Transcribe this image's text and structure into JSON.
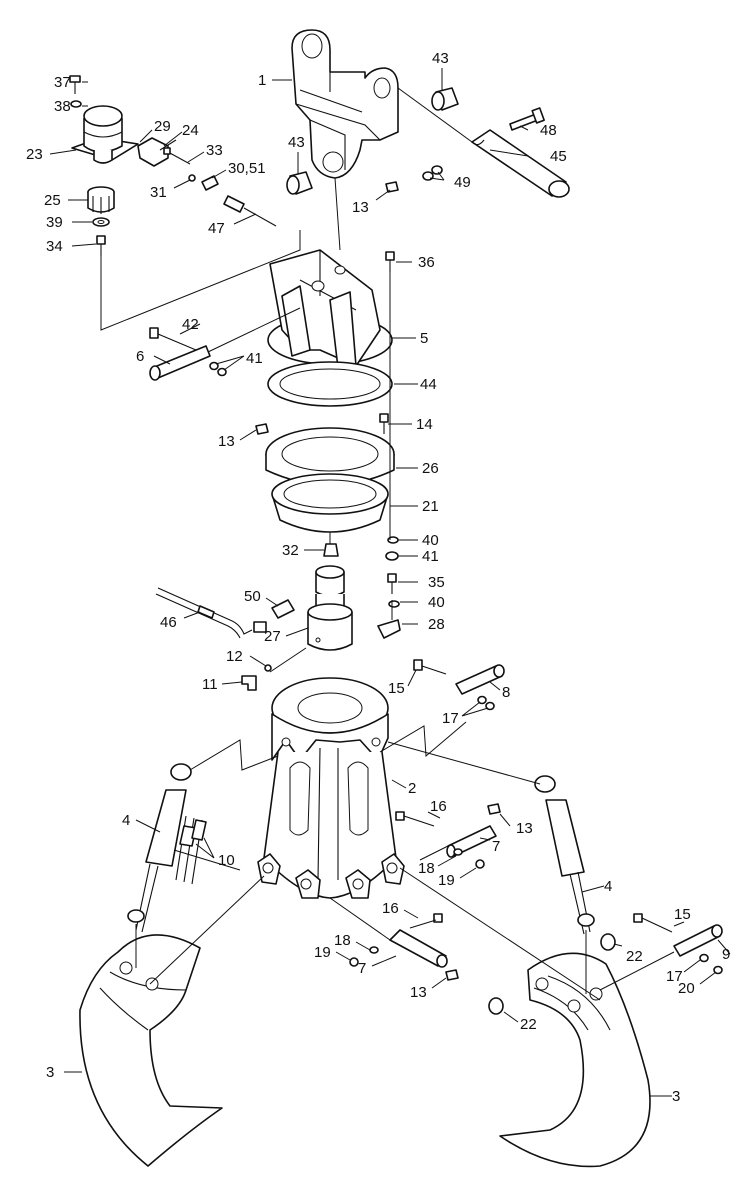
{
  "labels": [
    {
      "id": "1",
      "text": "1"
    },
    {
      "id": "2",
      "text": "2"
    },
    {
      "id": "3a",
      "text": "3"
    },
    {
      "id": "3b",
      "text": "3"
    },
    {
      "id": "4a",
      "text": "4"
    },
    {
      "id": "4b",
      "text": "4"
    },
    {
      "id": "5",
      "text": "5"
    },
    {
      "id": "6",
      "text": "6"
    },
    {
      "id": "7a",
      "text": "7"
    },
    {
      "id": "7b",
      "text": "7"
    },
    {
      "id": "8",
      "text": "8"
    },
    {
      "id": "9",
      "text": "9"
    },
    {
      "id": "10",
      "text": "10"
    },
    {
      "id": "11",
      "text": "11"
    },
    {
      "id": "12",
      "text": "12"
    },
    {
      "id": "13a",
      "text": "13"
    },
    {
      "id": "13b",
      "text": "13"
    },
    {
      "id": "13c",
      "text": "13"
    },
    {
      "id": "13d",
      "text": "13"
    },
    {
      "id": "14",
      "text": "14"
    },
    {
      "id": "15a",
      "text": "15"
    },
    {
      "id": "15b",
      "text": "15"
    },
    {
      "id": "16a",
      "text": "16"
    },
    {
      "id": "16b",
      "text": "16"
    },
    {
      "id": "17a",
      "text": "17"
    },
    {
      "id": "17b",
      "text": "17"
    },
    {
      "id": "18a",
      "text": "18"
    },
    {
      "id": "18b",
      "text": "18"
    },
    {
      "id": "19a",
      "text": "19"
    },
    {
      "id": "19b",
      "text": "19"
    },
    {
      "id": "20",
      "text": "20"
    },
    {
      "id": "21",
      "text": "21"
    },
    {
      "id": "22a",
      "text": "22"
    },
    {
      "id": "22b",
      "text": "22"
    },
    {
      "id": "23",
      "text": "23"
    },
    {
      "id": "24",
      "text": "24"
    },
    {
      "id": "25",
      "text": "25"
    },
    {
      "id": "26",
      "text": "26"
    },
    {
      "id": "27",
      "text": "27"
    },
    {
      "id": "28",
      "text": "28"
    },
    {
      "id": "29",
      "text": "29"
    },
    {
      "id": "3051",
      "text": "30,51"
    },
    {
      "id": "31",
      "text": "31"
    },
    {
      "id": "32",
      "text": "32"
    },
    {
      "id": "33",
      "text": "33"
    },
    {
      "id": "34",
      "text": "34"
    },
    {
      "id": "35",
      "text": "35"
    },
    {
      "id": "36",
      "text": "36"
    },
    {
      "id": "37",
      "text": "37"
    },
    {
      "id": "38",
      "text": "38"
    },
    {
      "id": "39",
      "text": "39"
    },
    {
      "id": "40a",
      "text": "40"
    },
    {
      "id": "40b",
      "text": "40"
    },
    {
      "id": "41a",
      "text": "41"
    },
    {
      "id": "41b",
      "text": "41"
    },
    {
      "id": "42",
      "text": "42"
    },
    {
      "id": "43a",
      "text": "43"
    },
    {
      "id": "43b",
      "text": "43"
    },
    {
      "id": "44",
      "text": "44"
    },
    {
      "id": "45",
      "text": "45"
    },
    {
      "id": "46",
      "text": "46"
    },
    {
      "id": "47",
      "text": "47"
    },
    {
      "id": "48",
      "text": "48"
    },
    {
      "id": "49",
      "text": "49"
    },
    {
      "id": "50",
      "text": "50"
    }
  ]
}
